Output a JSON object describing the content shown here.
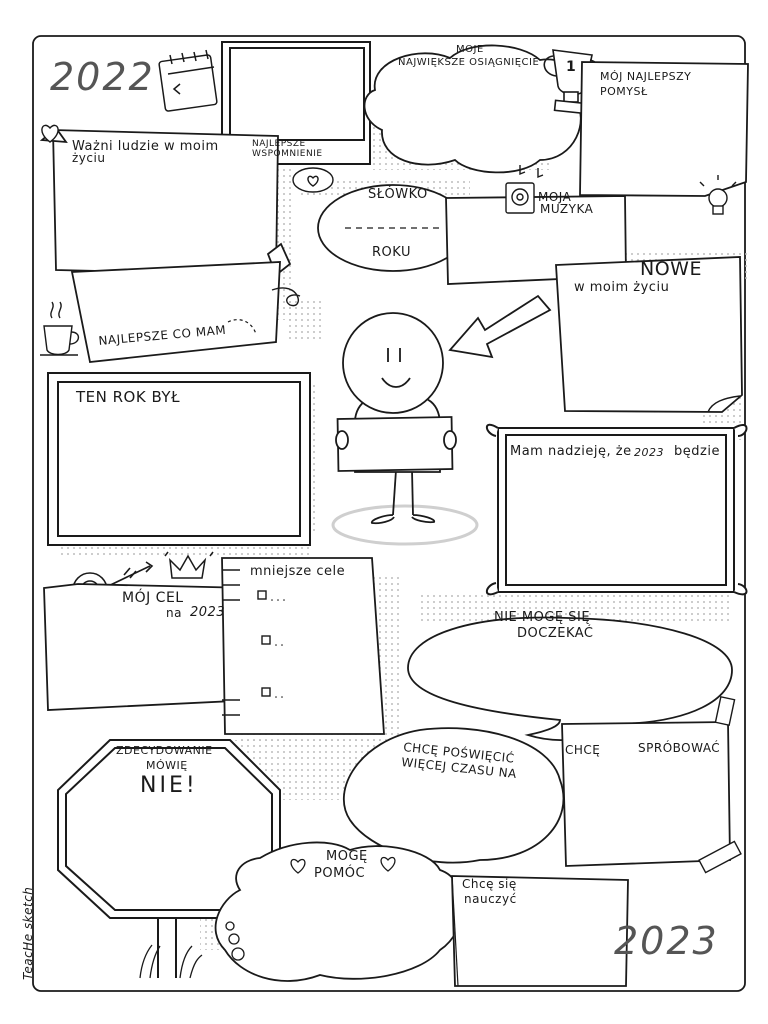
{
  "year_top": "2022",
  "year_bottom": "2023",
  "brand": "TeacHe sketch",
  "sections": {
    "best_memories": "najlepsze wspomnienie",
    "achievement_1": "Moje",
    "achievement_2": "największe osiągnięcie",
    "trophy_number": "1",
    "best_idea_1": "Mój najlepszy",
    "best_idea_2": "pomysł",
    "important_people_1": "Ważni ludzie w moim",
    "important_people_2": "życiu",
    "word_1": "SŁÓWKO",
    "word_2": "ROKU",
    "music_1": "Moja",
    "music_2": "muzyka",
    "new_1": "Nowe",
    "new_2": "w moim życiu",
    "best_i_have": "Najlepsze co mam",
    "year_was": "TEN ROK BYŁ",
    "hope_1": "Mam nadzieję, że",
    "hope_year": "2023",
    "hope_2": "będzie",
    "goal_1": "mój CEL",
    "goal_2": "na",
    "goal_year": "2023",
    "smaller_goals": "mniejsze cele",
    "cant_wait_1": "Nie mogę się",
    "cant_wait_2": "doczekać",
    "more_time_1": "Chcę poświęcić",
    "more_time_2": "więcej czasu na",
    "want_try_1": "Chcę",
    "want_try_2": "spróbować",
    "say_no_1": "Zdecydowanie",
    "say_no_2": "mówię",
    "say_no_3": "NIE!",
    "can_help_1": "Mogę",
    "can_help_2": "pomóc",
    "learn_1": "Chcę się",
    "learn_2": "nauczyć"
  },
  "colors": {
    "ink": "#1a1a1a",
    "shade": "#cfcfcf",
    "year": "#555555"
  },
  "icons": [
    "calendar-icon",
    "trophy-icon",
    "lightbulb-icon",
    "heart-icon",
    "music-note-icon",
    "teacup-icon",
    "arrow-icon",
    "crown-icon",
    "target-icon",
    "tape-icon"
  ]
}
